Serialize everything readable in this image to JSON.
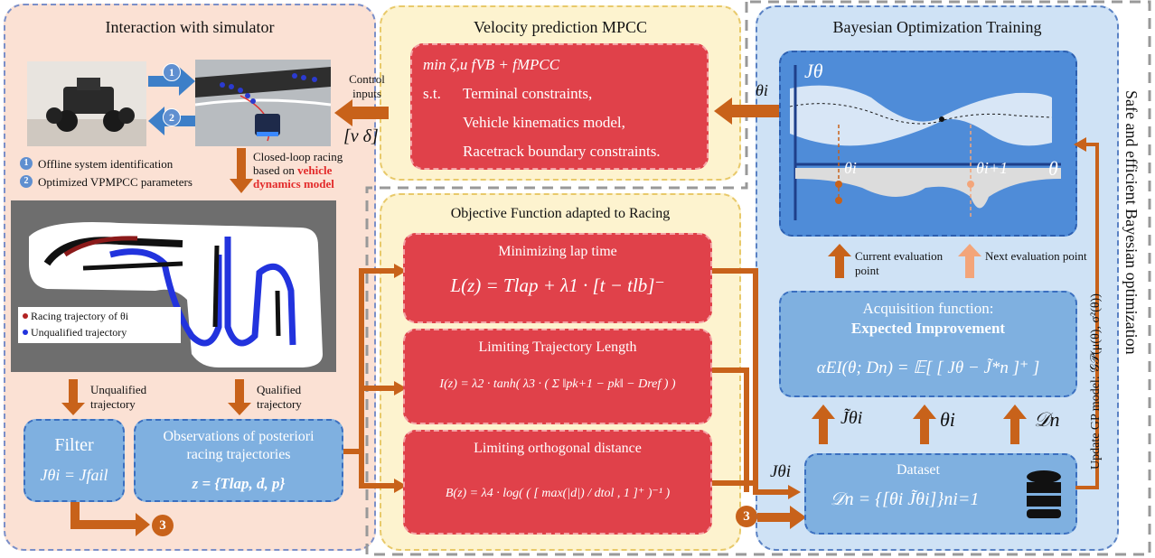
{
  "sim_panel": {
    "title": "Interaction with simulator",
    "badge1": "1",
    "badge2": "2",
    "legend_items": [
      "Offline system identification",
      "Optimized VPMPCC parameters"
    ],
    "closed_loop_pre": "Closed-loop racing based on ",
    "closed_loop_highlight": "vehicle dynamics model",
    "control_inputs": "Control inputs",
    "control_vector": "[v   δ]",
    "track_legend_1": "Racing trajectory of θi",
    "track_legend_2": "Unqualified trajectory",
    "unqualified_label": "Unqualified trajectory",
    "qualified_label": "Qualified trajectory",
    "filter_title": "Filter",
    "filter_eq": "Jθi = Jfail",
    "obs_title": "Observations of posteriori racing trajectories",
    "obs_eq": "z = {Tlap,   d,   p}",
    "ref3": "3"
  },
  "mpcc_panel": {
    "title": "Velocity prediction MPCC",
    "line1": "min ζ,u    fVB + fMPCC",
    "st": "s.t.",
    "line2": "Terminal constraints,",
    "line3": "Vehicle kinematics model,",
    "line4": "Racetrack boundary constraints."
  },
  "objective_panel": {
    "title": "Objective Function adapted to Racing",
    "box1_title": "Minimizing lap time",
    "box1_eq": "L(z) = Tlap + λ1 · [t − tlb]⁻",
    "box2_title": "Limiting Trajectory Length",
    "box2_eq": "I(z) = λ2 · tanh( λ3 · ( Σ ‖pk+1 − pk‖ − Dref ) )",
    "box3_title": "Limiting orthogonal distance",
    "box3_eq": "B(z) = λ4 · log( ( [ max(|d|) / dtol , 1 ]⁺ )⁻¹ )"
  },
  "bo_panel": {
    "title": "Bayesian Optimization Training",
    "theta_in": "θi",
    "axis_y": "Jθ",
    "axis_x": "θ",
    "pt_i": "θi",
    "pt_next": "θi+1",
    "current_eval": "Current evaluation point",
    "next_eval": "Next evaluation point",
    "acq_title": "Acquisition function:",
    "acq_subtitle": "Expected Improvement",
    "acq_eq": "αEI(θ; Dn) = 𝔼[ [ Jθ − J̃*n ]⁺ ]",
    "in1": "J̃θi",
    "in2": "θi",
    "in3": "𝒟n",
    "dataset_title": "Dataset",
    "dataset_eq": "𝒟n = {[θi   J̃θi]}ni=1",
    "j_label": "Jθi",
    "ref3": "3",
    "update_label": "Update GP model: 𝒢𝒫(μ(θ), σ²(θ))",
    "side_label": "Safe and efficient Bayesian optimization"
  },
  "colors": {
    "red_box": "#e0414a",
    "blue_box": "#7fb0e0",
    "arrow_orange": "#c8621a",
    "sim_bg": "#fbe1d4",
    "mpcc_bg": "#fdf3cf",
    "bo_bg": "#cfe2f5"
  }
}
